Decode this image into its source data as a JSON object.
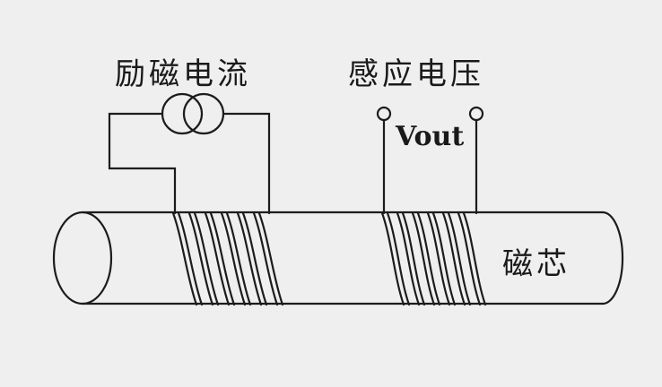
{
  "labels": {
    "excitation_current": "励磁电流",
    "induced_voltage": "感应电压",
    "vout": "Vout",
    "core": "磁芯"
  },
  "colors": {
    "background": "#efefef",
    "ink": "#1c1c1c"
  }
}
